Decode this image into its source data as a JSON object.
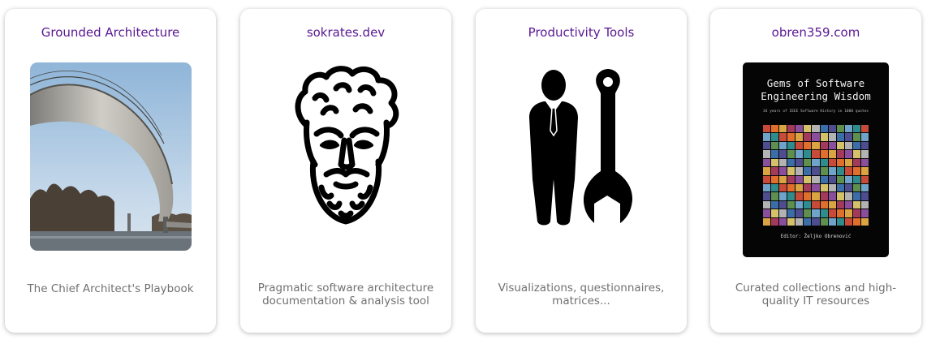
{
  "cards": [
    {
      "title": "Grounded Architecture",
      "description": "The Chief Architect's Playbook",
      "image_icon": "bridge-photo"
    },
    {
      "title": "sokrates.dev",
      "description": "Pragmatic software architecture documentation & analysis tool",
      "image_icon": "socrates-face-icon"
    },
    {
      "title": "Productivity Tools",
      "description": "Visualizations, questionnaires, matrices...",
      "image_icon": "person-and-wrench-icon"
    },
    {
      "title": "obren359.com",
      "description": "Curated collections and high-quality IT resources",
      "image_icon": "book-cover",
      "book": {
        "title": "Gems of Software\nEngineering Wisdom",
        "subtitle": "34 years of IEEE Software History in 1000 quotes",
        "editor": "Editor: Željko Obrenović"
      }
    }
  ],
  "colors": {
    "title": "#5a1793",
    "description": "#707070",
    "card_background": "#ffffff"
  }
}
